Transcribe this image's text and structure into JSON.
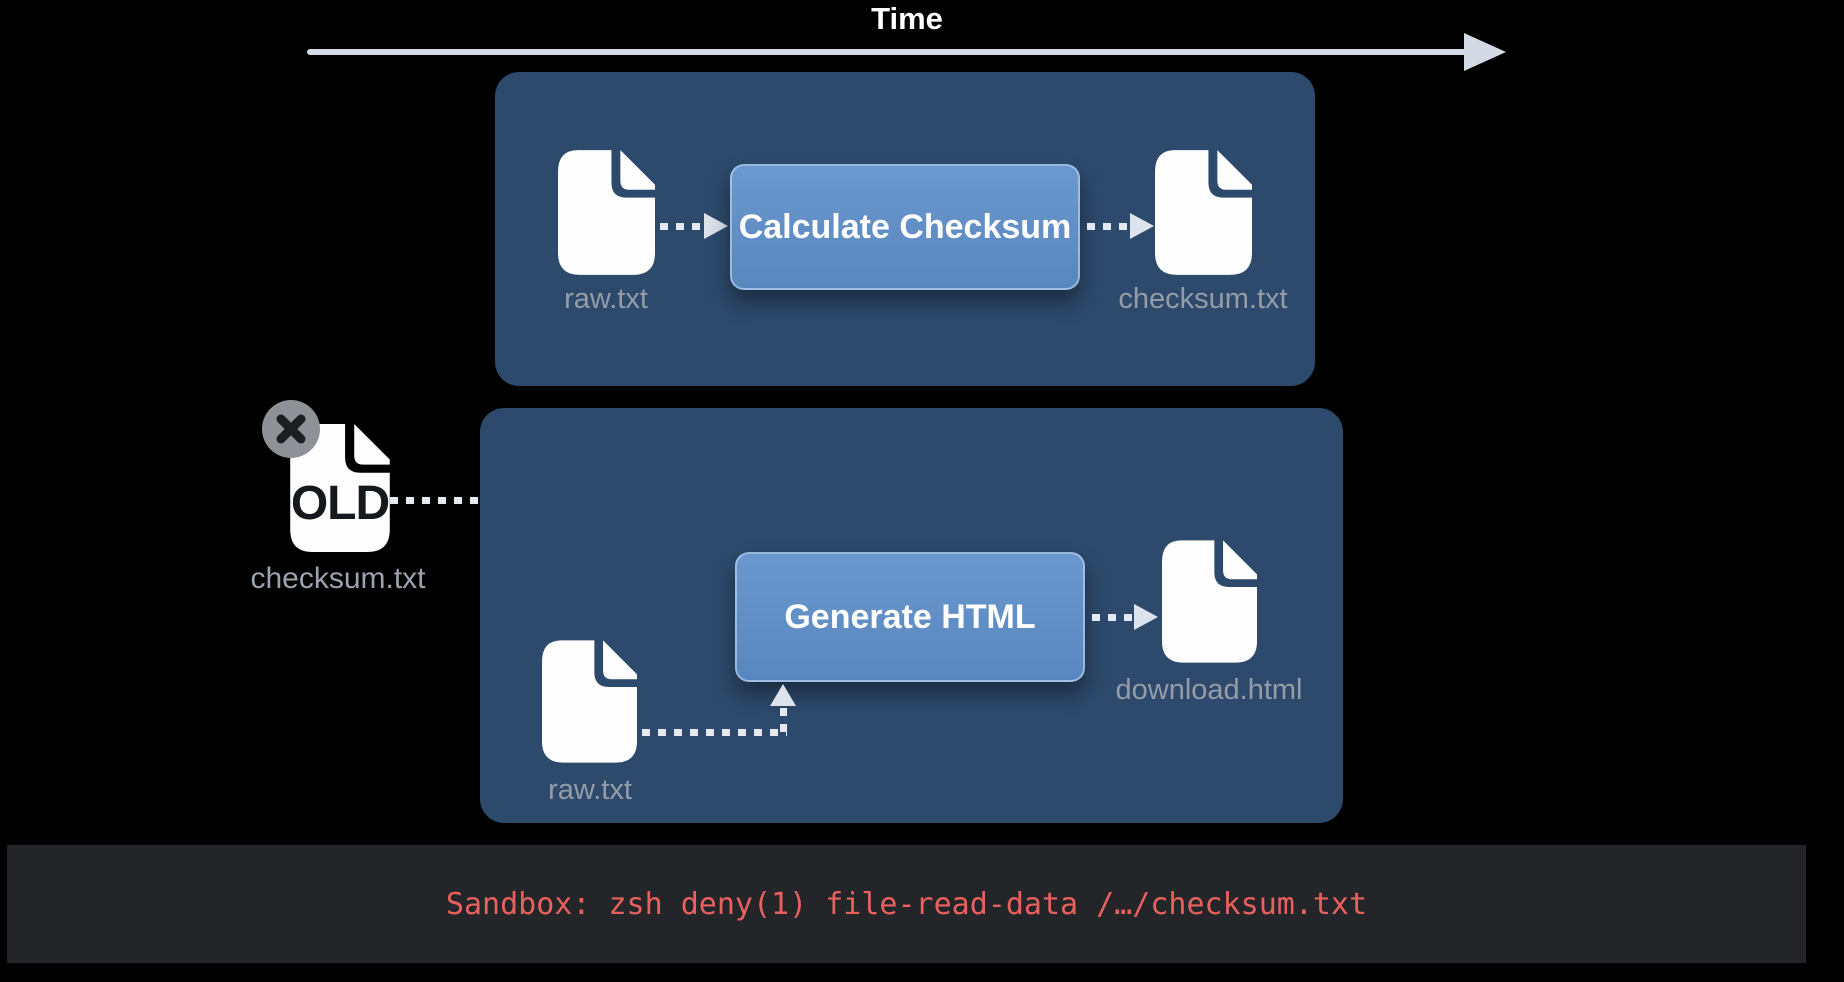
{
  "timeline": {
    "label": "Time"
  },
  "stage1": {
    "input": {
      "name": "raw.txt"
    },
    "process": {
      "label": "Calculate Checksum"
    },
    "output": {
      "name": "checksum.txt"
    }
  },
  "stale_artifact": {
    "file_text": "OLD",
    "name": "checksum.txt",
    "badge": "x-mark"
  },
  "stage2": {
    "input": {
      "name": "raw.txt"
    },
    "process": {
      "label": "Generate HTML"
    },
    "output": {
      "name": "download.html"
    }
  },
  "console": {
    "message": "Sandbox: zsh deny(1) file-read-data /…/checksum.txt"
  },
  "colors": {
    "background": "#000000",
    "panel": "#2d4a6c",
    "process_node": "#5d8dc5",
    "connector": "#e4e9f1",
    "file_label": "#949ca8",
    "console_bg": "#232528",
    "error_text": "#e8615e"
  }
}
